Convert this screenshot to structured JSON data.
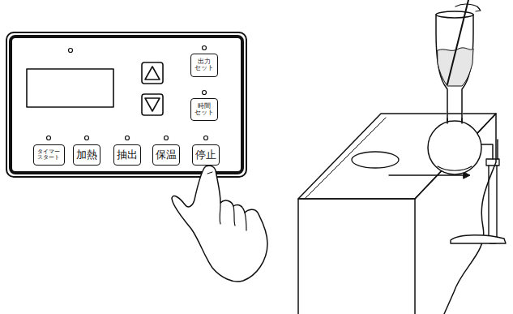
{
  "diagram": {
    "nodes": [
      {
        "text": [
          "出力 セット"
        ]
      },
      {
        "text": [
          "時間 セット"
        ]
      },
      {
        "text": [
          "タイマー スタート"
        ]
      },
      {
        "text": [
          "加熱"
        ]
      },
      {
        "text": [
          "抽出"
        ]
      },
      {
        "text": [
          "保温"
        ]
      },
      {
        "text": [
          "停止"
        ]
      }
    ]
  }
}
